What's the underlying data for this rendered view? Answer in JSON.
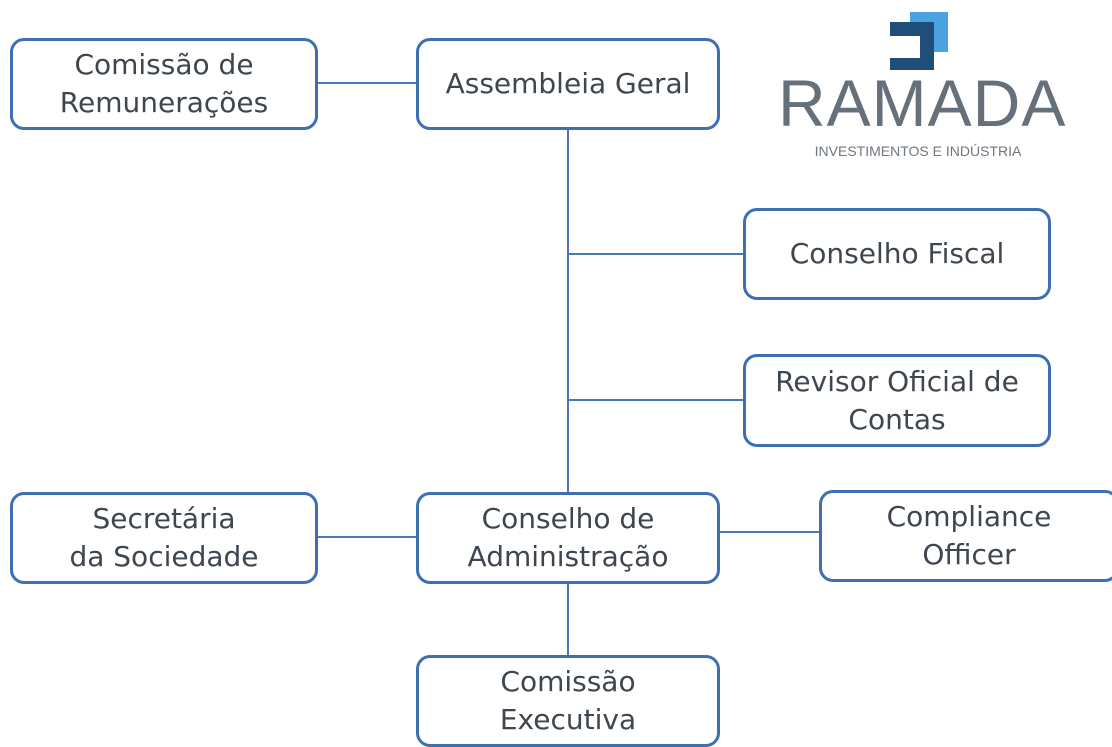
{
  "nodes": {
    "comissao_remuneracoes": [
      "Comissão de",
      "Remunerações"
    ],
    "assembleia_geral": [
      "Assembleia Geral"
    ],
    "conselho_fiscal": [
      "Conselho Fiscal"
    ],
    "revisor_oficial": [
      "Revisor Oficial de",
      "Contas"
    ],
    "secretaria_sociedade": [
      "Secretária",
      "da Sociedade"
    ],
    "conselho_administracao": [
      "Conselho de",
      "Administração"
    ],
    "compliance_officer": [
      "Compliance",
      "Officer"
    ],
    "comissao_executiva": [
      "Comissão",
      "Executiva"
    ]
  },
  "logo": {
    "name": "RAMADA",
    "tagline": "INVESTIMENTOS E INDÚSTRIA",
    "mark_colors": [
      "#1f4e79",
      "#4aa3df"
    ]
  },
  "colors": {
    "box_border": "#3f6fb3",
    "connector": "#4a76b4",
    "text": "#3e4650"
  }
}
